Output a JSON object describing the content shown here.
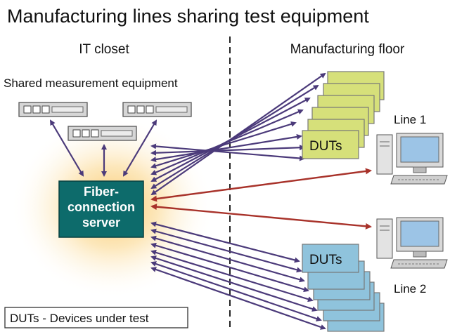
{
  "title": "Manufacturing lines sharing test equipment",
  "sections": {
    "left": "IT closet",
    "right": "Manufacturing floor"
  },
  "equipment_label": "Shared measurement equipment",
  "server_label": [
    "Fiber-",
    "connection",
    "server"
  ],
  "dut_label": "DUTs",
  "lines": {
    "line1": "Line 1",
    "line2": "Line 2"
  },
  "legend": "DUTs - Devices under test",
  "colors": {
    "arrow_purple": "#4b3a7a",
    "arrow_red": "#a8322a",
    "server_fill": "#0d6b6b",
    "dut_green": "#d6e07a",
    "dut_blue": "#8fc3dc",
    "glow": "#f9c25e"
  },
  "icons": {
    "equipment": "rack-unit-icon",
    "computer": "desktop-computer-icon"
  }
}
